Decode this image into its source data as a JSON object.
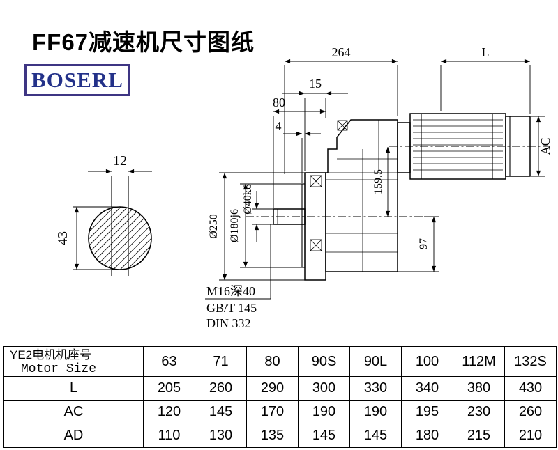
{
  "page": {
    "title": "FF67减速机尺寸图纸",
    "brand": "BOSERL"
  },
  "drawing": {
    "dim_264": "264",
    "dim_L": "L",
    "dim_15": "15",
    "dim_80": "80",
    "dim_4": "4",
    "dia_flange": "Ø250",
    "dia_spigot": "Ø180j6",
    "dia_shaft": "Ø40k6",
    "dim_159_5": "159.5",
    "dim_97": "97",
    "dim_AC": "AC",
    "key_width": "12",
    "shaft_section_height": "43",
    "note_tap": "M16深40",
    "note_std1": "GB/T 145",
    "note_std2": "DIN 332"
  },
  "table": {
    "header_cn": "YE2电机机座号",
    "header_en": "Motor Size",
    "sizes": [
      "63",
      "71",
      "80",
      "90S",
      "90L",
      "100",
      "112M",
      "132S"
    ],
    "rows": [
      {
        "label": "L",
        "values": [
          "205",
          "260",
          "290",
          "300",
          "330",
          "340",
          "380",
          "430"
        ]
      },
      {
        "label": "AC",
        "values": [
          "120",
          "145",
          "170",
          "190",
          "190",
          "195",
          "230",
          "260"
        ]
      },
      {
        "label": "AD",
        "values": [
          "110",
          "130",
          "135",
          "145",
          "145",
          "180",
          "215",
          "210"
        ]
      }
    ]
  }
}
